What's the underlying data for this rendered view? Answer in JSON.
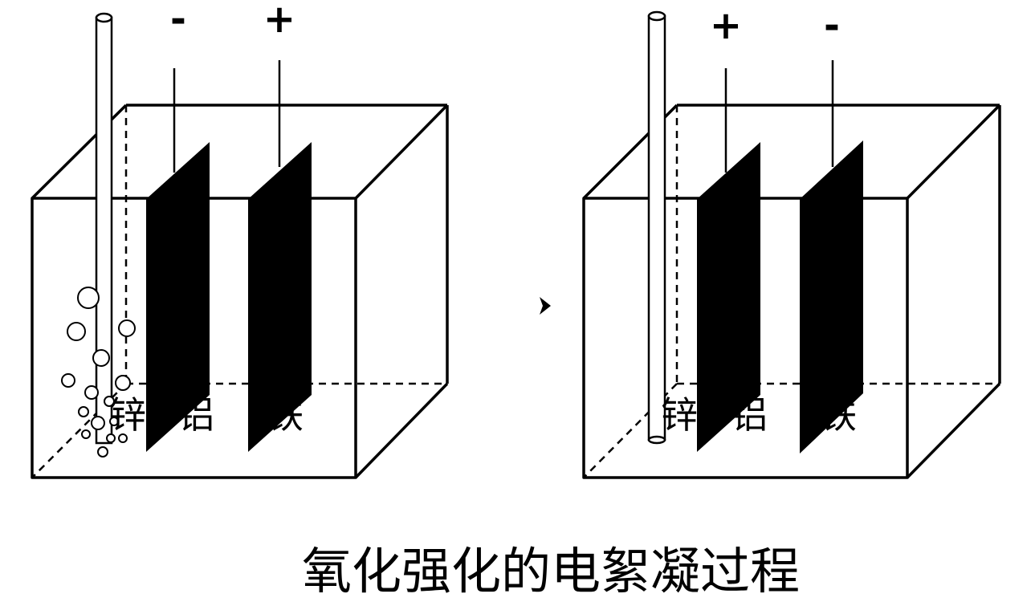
{
  "caption": "氧化强化的电絮凝过程",
  "colors": {
    "line": "#000000",
    "plate": "#000000",
    "background": "#ffffff"
  },
  "left_cell": {
    "left_plate": {
      "polarity": "-",
      "labels": [
        "锌",
        "铝"
      ]
    },
    "right_plate": {
      "polarity": "+",
      "label": "铁"
    },
    "bubbles": "present"
  },
  "right_cell": {
    "left_plate": {
      "polarity": "+",
      "labels": [
        "锌",
        "铝"
      ]
    },
    "right_plate": {
      "polarity": "-",
      "label": "铁"
    }
  },
  "arrow": "arrow-right"
}
